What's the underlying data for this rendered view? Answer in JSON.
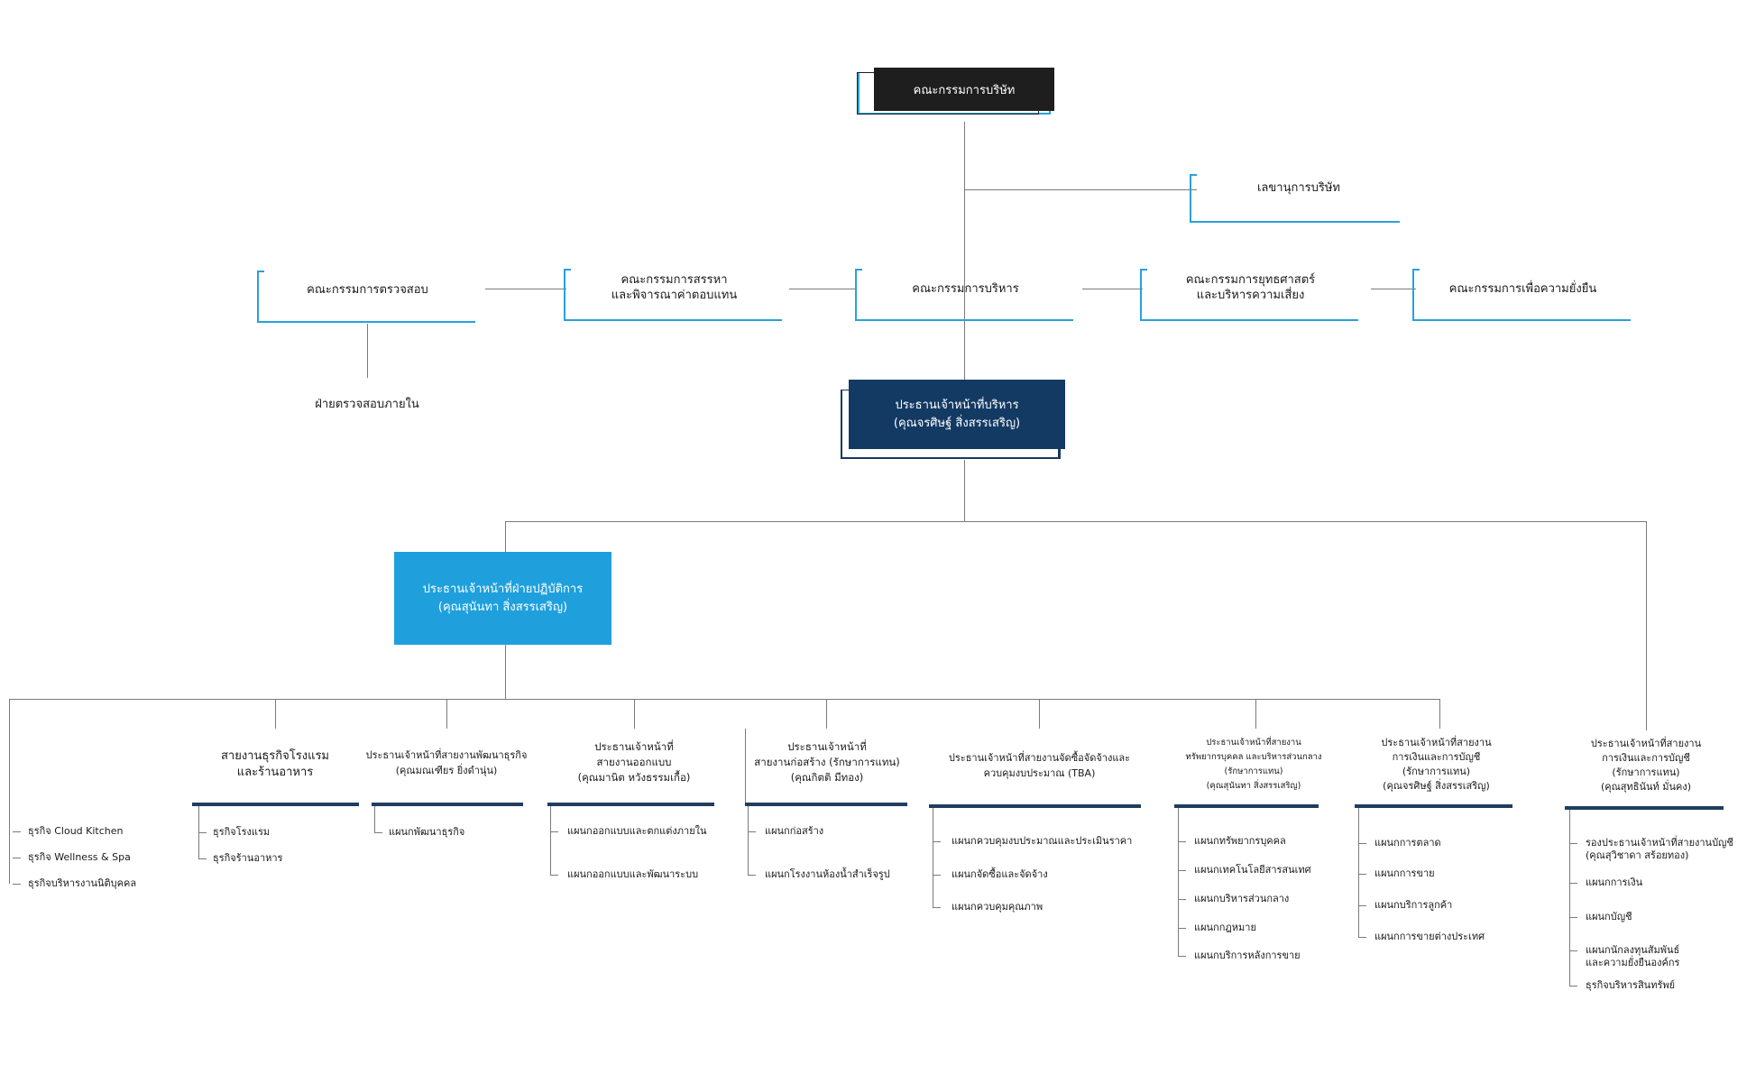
{
  "board": "คณะกรรมการบริษัท",
  "secretary": "เลขานุการบริษัท",
  "committees": {
    "audit": "คณะกรรมการตรวจสอบ",
    "nomination": "คณะกรรมการสรรหา\nและพิจารณาค่าตอบแทน",
    "executive": "คณะกรรมการบริหาร",
    "strategy": "คณะกรรมการยุทธศาสตร์\nและบริหารความเสี่ยง",
    "sustainability": "คณะกรรมการเพื่อความยั่งยืน"
  },
  "internal_audit": "ฝ่ายตรวจสอบภายใน",
  "ceo": "ประธานเจ้าหน้าที่บริหาร\n(คุณจรศิษฐ์ สิ่งสรรเสริญ)",
  "coo": "ประธานเจ้าหน้าที่ฝ่ายปฏิบัติการ\n(คุณสุนันทา สิ่งสรรเสริญ)",
  "divisions": [
    {
      "title": "",
      "items": [
        "ธุรกิจ Cloud Kitchen",
        "ธุรกิจ Wellness & Spa",
        "ธุรกิจบริหารงานนิติบุคคล"
      ]
    },
    {
      "title": "สายงานธุรกิจโรงแรม\nและร้านอาหาร",
      "items": [
        "ธุรกิจโรงแรม",
        "ธุรกิจร้านอาหาร"
      ]
    },
    {
      "title": "ประธานเจ้าหน้าที่สายงานพัฒนาธุรกิจ\n(คุณมณเฑียร ยิ่งดำนุ่น)",
      "items": [
        "แผนกพัฒนาธุรกิจ"
      ]
    },
    {
      "title": "ประธานเจ้าหน้าที่\nสายงานออกแบบ\n(คุณมานิต หวังธรรมเกื้อ)",
      "items": [
        "แผนกออกแบบและตกแต่งภายใน",
        "แผนกออกแบบและพัฒนาระบบ"
      ]
    },
    {
      "title": "ประธานเจ้าหน้าที่\nสายงานก่อสร้าง (รักษาการแทน)\n(คุณกิตติ มีทอง)",
      "items": [
        "แผนกก่อสร้าง",
        "แผนกโรงงานห้องน้ำสำเร็จรูป"
      ]
    },
    {
      "title": "ประธานเจ้าหน้าที่สายงานจัดซื้อจัดจ้างและ\nควบคุมงบประมาณ (TBA)",
      "items": [
        "แผนกควบคุมงบประมาณและประเมินราคา",
        "แผนกจัดซื้อและจัดจ้าง",
        "แผนกควบคุมคุณภาพ"
      ]
    },
    {
      "title": "ประธานเจ้าหน้าที่สายงาน\nทรัพยากรบุคคล และบริหารส่วนกลาง\n(รักษาการแทน)\n(คุณสุนันทา สิ่งสรรเสริญ)",
      "items": [
        "แผนกทรัพยากรบุคคล",
        "แผนกเทคโนโลยีสารสนเทศ",
        "แผนกบริหารส่วนกลาง",
        "แผนกกฎหมาย",
        "แผนกบริการหลังการขาย"
      ]
    },
    {
      "title": "ประธานเจ้าหน้าที่สายงาน\nการเงินและการบัญชี\n(รักษาการแทน)\n(คุณจรศิษฐ์ สิ่งสรรเสริญ)",
      "items": [
        "แผนกการตลาด",
        "แผนกการขาย",
        "แผนกบริการลูกค้า",
        "แผนกการขายต่างประเทศ"
      ]
    },
    {
      "title": "ประธานเจ้าหน้าที่สายงาน\nการเงินและการบัญชี\n(รักษาการแทน)\n(คุณสุทธินันท์ มั่นคง)",
      "items": [
        "รองประธานเจ้าหน้าที่สายงานบัญชี\n(คุณสุวิชาดา สร้อยทอง)",
        "แผนกการเงิน",
        "แผนกบัญชี",
        "แผนกนักลงทุนสัมพันธ์\nและความยั่งยืนองค์กร",
        "ธุรกิจบริหารสินทรัพย์"
      ]
    }
  ],
  "colors": {
    "navy": "#133a63",
    "black": "#1e1e1e",
    "sky": "#1fa0dd",
    "accent_line": "#2aa0dc",
    "bar": "#1f3e5e"
  }
}
